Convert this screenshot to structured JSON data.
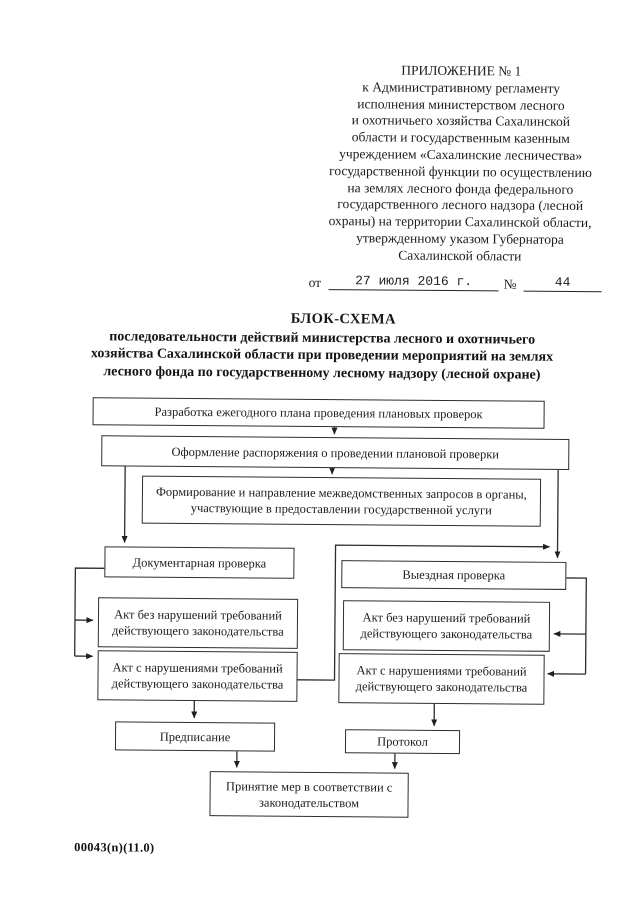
{
  "header": {
    "lines": [
      "ПРИЛОЖЕНИЕ № 1",
      "к Административному регламенту",
      "исполнения министерством лесного",
      "и охотничьего хозяйства Сахалинской",
      "области и государственным казенным",
      "учреждением «Сахалинские лесничества»",
      "государственной функции по осуществлению",
      "на землях лесного фонда федерального",
      "государственного лесного надзора (лесной",
      "охраны) на территории Сахалинской области,",
      "утвержденному указом Губернатора",
      "Сахалинской области"
    ],
    "date_prefix": "от",
    "date_value": "27 июля 2016 г.",
    "number_sign": "№",
    "number_value": "44"
  },
  "title": {
    "heading": "БЛОК-СХЕМА",
    "subtitle_lines": [
      "последовательности действий министерства лесного и охотничьего",
      "хозяйства Сахалинской области при проведении мероприятий на землях",
      "лесного фонда по государственному лесному надзору (лесной охране)"
    ]
  },
  "flowchart": {
    "nodes": {
      "plan": "Разработка ежегодного плана проведения плановых проверок",
      "order": "Оформление распоряжения о проведении плановой проверки",
      "requests": "Формирование и направление межведомственных запросов в органы, участвующие в предоставлении государственной услуги",
      "doc_check": "Документарная проверка",
      "doc_act_clean": "Акт без нарушений требований действующего законодательства",
      "doc_act_viol": "Акт с нарушениями требований действующего законодательства",
      "field_check": "Выездная проверка",
      "field_act_clean": "Акт без нарушений требований действующего законодательства",
      "field_act_viol": "Акт с нарушениями требований действующего законодательства",
      "prescription": "Предписание",
      "protocol": "Протокол",
      "measures": "Принятие мер в соответствии с законодательством"
    },
    "edges": [
      [
        "plan",
        "order"
      ],
      [
        "order",
        "requests"
      ],
      [
        "order",
        "doc_check"
      ],
      [
        "order",
        "field_check"
      ],
      [
        "doc_check",
        "doc_act_clean"
      ],
      [
        "doc_check",
        "doc_act_viol"
      ],
      [
        "field_check",
        "field_act_clean"
      ],
      [
        "field_check",
        "field_act_viol"
      ],
      [
        "doc_act_viol",
        "field_check"
      ],
      [
        "doc_act_viol",
        "prescription"
      ],
      [
        "field_act_viol",
        "protocol"
      ],
      [
        "prescription",
        "measures"
      ],
      [
        "protocol",
        "measures"
      ]
    ]
  },
  "footer": {
    "code": "00043(n)(11.0)"
  },
  "colors": {
    "ink": "#1c1c1c",
    "paper": "#ffffff",
    "line": "#2d2d2d"
  }
}
